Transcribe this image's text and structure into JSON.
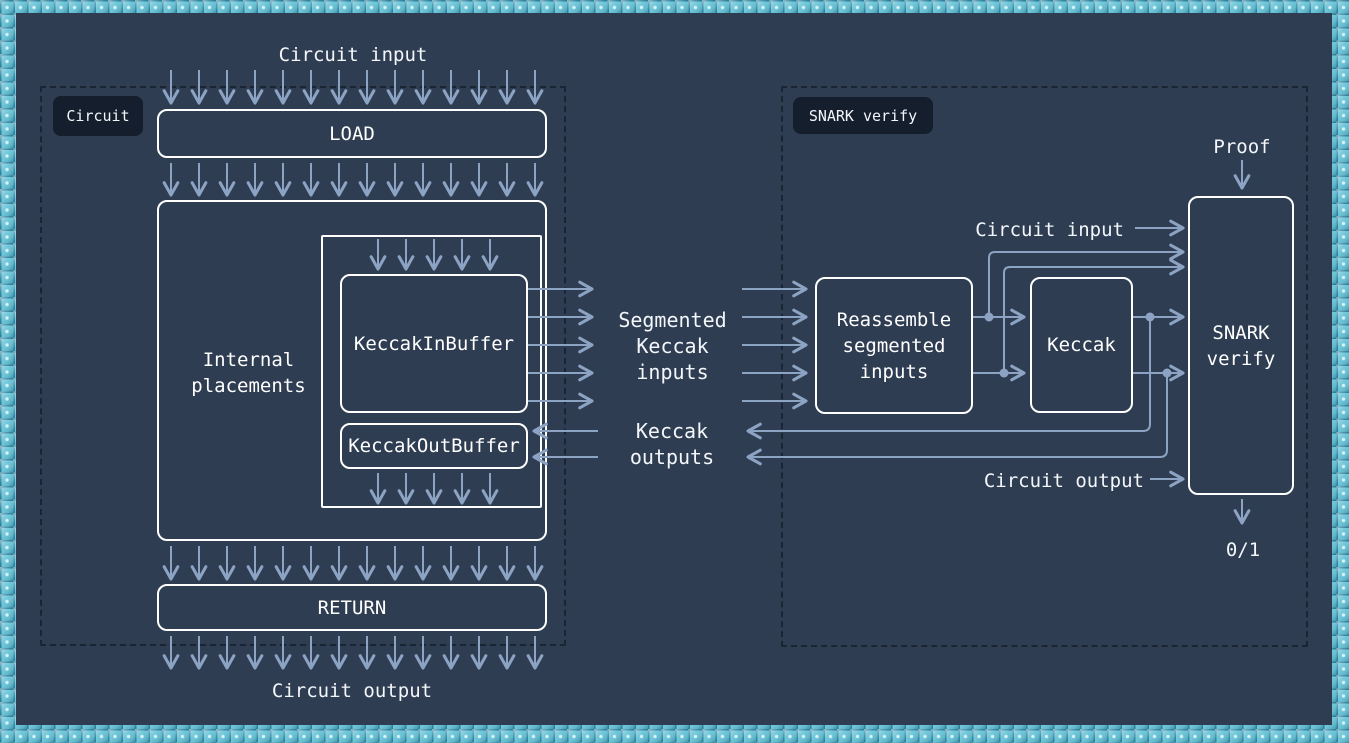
{
  "colors": {
    "frame_tile": "#6FC6D9",
    "background": "#2E3D51",
    "arrow": "#8CA3C4",
    "box_border": "#FFFFFF",
    "dashed_border": "#1A2432",
    "badge_bg": "#141E2C",
    "text": "#F3F6FA"
  },
  "circuit": {
    "badge": "Circuit",
    "input_label": "Circuit input",
    "load": "LOAD",
    "internal_placements": "Internal placements",
    "keccak_in_buffer": "KeccakInBuffer",
    "keccak_out_buffer": "KeccakOutBuffer",
    "return": "RETURN",
    "output_label": "Circuit output"
  },
  "bus": {
    "segmented_inputs": "Segmented Keccak inputs",
    "keccak_outputs": "Keccak outputs"
  },
  "snark": {
    "badge": "SNARK verify",
    "proof": "Proof",
    "circuit_input": "Circuit input",
    "reassemble": "Reassemble segmented inputs",
    "keccak": "Keccak",
    "verify": "SNARK verify",
    "circuit_output": "Circuit output",
    "result": "0/1"
  }
}
